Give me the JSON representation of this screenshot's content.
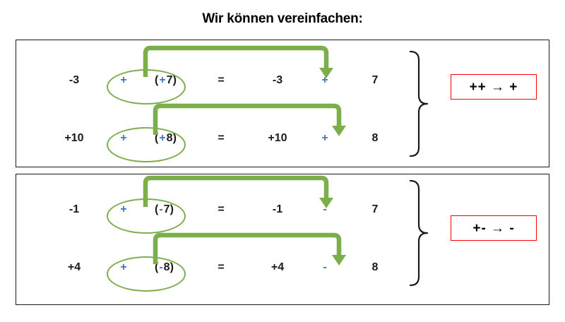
{
  "title": "Wir können vereinfachen:",
  "colors": {
    "blue_sign": "#4472C4",
    "green": "#7DAE4C",
    "red": "#FF0000",
    "black": "#1a1a1a"
  },
  "boxes": [
    {
      "id": "box-1",
      "rule_label": "++ → +",
      "rows": [
        {
          "left_number": "-3",
          "outer_sign": "+",
          "paren_open": "(",
          "inner_sign": "+",
          "inner_number": "7",
          "paren_close": ")",
          "equals": "=",
          "result_number": "-3",
          "result_sign": "+",
          "result_operand": "7"
        },
        {
          "left_number": "+10",
          "outer_sign": "+",
          "paren_open": "(",
          "inner_sign": "+",
          "inner_number": "8",
          "paren_close": ")",
          "equals": "=",
          "result_number": "+10",
          "result_sign": "+",
          "result_operand": "8"
        }
      ]
    },
    {
      "id": "box-2",
      "rule_label": "+- → -",
      "rows": [
        {
          "left_number": "-1",
          "outer_sign": "+",
          "paren_open": "(",
          "inner_sign": "-",
          "inner_number": "7",
          "paren_close": ")",
          "equals": "=",
          "result_number": "-1",
          "result_sign": "-",
          "result_operand": "7"
        },
        {
          "left_number": "+4",
          "outer_sign": "+",
          "paren_open": "(",
          "inner_sign": "-",
          "inner_number": "8",
          "paren_close": ")",
          "equals": "=",
          "result_number": "+4",
          "result_sign": "-",
          "result_operand": "8"
        }
      ]
    }
  ],
  "icons": {
    "connector": "curved-arrow-icon",
    "ellipse": "ellipse-highlight-icon",
    "brace": "curly-brace-icon"
  }
}
